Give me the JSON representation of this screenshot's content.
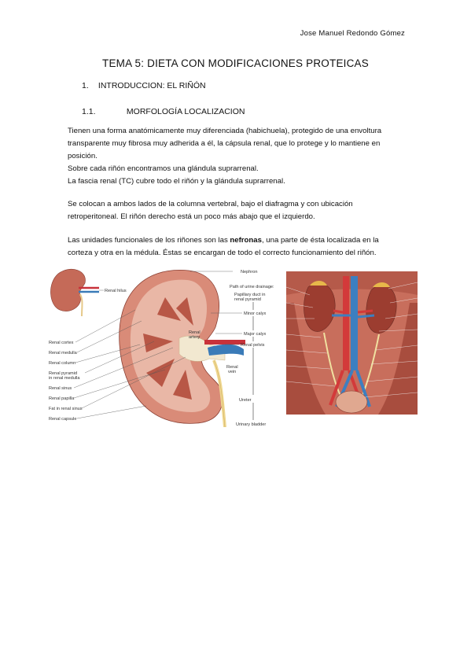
{
  "header": {
    "author": "Jose Manuel Redondo Gómez"
  },
  "title": "TEMA 5: DIETA CON MODIFICACIONES PROTEICAS",
  "section1": {
    "number": "1.",
    "label": "INTRODUCCION: EL RIÑÓN"
  },
  "section1_1": {
    "number": "1.1.",
    "label": "MORFOLOGÍA LOCALIZACION"
  },
  "paragraph1": {
    "line1": "Tienen una forma anatómicamente muy diferenciada (habichuela), protegido de una envoltura",
    "line2": "transparente muy fibrosa muy adherida a él, la cápsula renal, que lo protege y lo mantiene en",
    "line3": "posición.",
    "line4": "Sobre cada riñón encontramos una glándula suprarrenal.",
    "line5": "La fascia renal (TC) cubre todo el riñón y la glándula suprarrenal."
  },
  "paragraph2": {
    "line1": "Se colocan a ambos lados de la columna vertebral, bajo el diafragma y con ubicación",
    "line2": "retroperitoneal. El riñón derecho está un poco más abajo que el izquierdo."
  },
  "paragraph3": {
    "line1_a": "Las unidades funcionales de los riñones son las ",
    "line1_bold": "nefronas",
    "line1_b": ", una parte de ésta localizada en la",
    "line2": "corteza y otra en la médula. Éstas se encargan de todo el correcto funcionamiento del riñón."
  },
  "figure_left": {
    "labels_left": [
      "Renal cortex",
      "Renal medulla",
      "Renal column",
      "Renal pyramid",
      "in renal medulla",
      "Renal sinus",
      "Renal papilla",
      "Fat in renal sinus",
      "Renal capsule"
    ],
    "label_hilus": "Renal hilus",
    "label_nephron": "Nephron",
    "path_title": "Path of urine drainage:",
    "path_steps": [
      "Papillary duct in",
      "renal pyramid",
      "Minor calyx",
      "Major calyx",
      "Renal pelvis",
      "Ureter",
      "Urinary bladder"
    ],
    "label_artery": [
      "Renal",
      "artery"
    ],
    "label_vein": [
      "Renal",
      "vein"
    ]
  },
  "colors": {
    "kidney": "#c9705e",
    "cortex": "#e5b3a3",
    "artery": "#c8323a",
    "vein": "#3a7bb8",
    "fat": "#f0d890",
    "muscle": "#b55a4a"
  }
}
